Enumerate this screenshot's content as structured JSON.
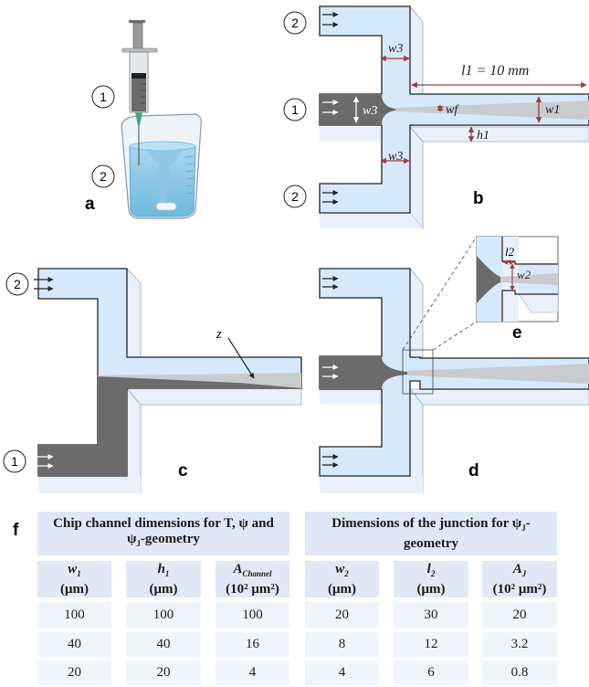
{
  "panels": {
    "a": {
      "label": "a",
      "markers": [
        "1",
        "2"
      ],
      "illustration": "syringe injecting into stirred beaker with vortex and stir bar"
    },
    "b": {
      "label": "b",
      "markers": [
        "2",
        "1",
        "2"
      ],
      "dimension_labels": {
        "w3_top": "w3",
        "w3_mid": "w3",
        "w3_bottom": "w3",
        "l1": "l1 = 10 mm",
        "wf": "wf",
        "w1": "w1",
        "h1": "h1"
      }
    },
    "c": {
      "label": "c",
      "markers": [
        "2",
        "1"
      ],
      "annotation": "z"
    },
    "d": {
      "label": "d"
    },
    "e": {
      "label": "e",
      "dimension_labels": {
        "l2": "l2",
        "w2": "w2"
      }
    },
    "f": {
      "label": "f"
    }
  },
  "colors": {
    "channel_fill": "#d6e9fb",
    "channel_side": "#e8f1fb",
    "dark_fluid": "#6b6b6b",
    "mixing_fluid": "#c9cccf",
    "dimension_arrow": "#a33a3f",
    "table_header": "#dfe8f7",
    "table_cell": "#f1f5fb"
  },
  "table_left": {
    "title": "Chip channel dimensions for T, ψ and ψJ-geometry",
    "title_line1": "Chip channel dimensions for T, ψ and",
    "title_line2": "ψ",
    "title_line2_sub": "J",
    "title_line2_rest": "-geometry",
    "columns": [
      {
        "symbol": "w",
        "sub": "1",
        "unit": "(μm)"
      },
      {
        "symbol": "h",
        "sub": "1",
        "unit": "(μm)"
      },
      {
        "symbol": "A",
        "sub": "Channel",
        "unit": "(10² μm²)"
      }
    ],
    "rows": [
      [
        "100",
        "100",
        "100"
      ],
      [
        "40",
        "40",
        "16"
      ],
      [
        "20",
        "20",
        "4"
      ]
    ]
  },
  "table_right": {
    "title": "Dimensions of the junction for ψJ-geometry",
    "title_line1": "Dimensions of the junction for ψ",
    "title_line1_sub": "J",
    "title_line1_rest": "-",
    "title_line2": "geometry",
    "columns": [
      {
        "symbol": "w",
        "sub": "2",
        "unit": "(μm)"
      },
      {
        "symbol": "l",
        "sub": "2",
        "unit": "(μm)"
      },
      {
        "symbol": "A",
        "sub": "J",
        "unit": "(10² μm²)"
      }
    ],
    "rows": [
      [
        "20",
        "30",
        "20"
      ],
      [
        "8",
        "12",
        "3.2"
      ],
      [
        "4",
        "6",
        "0.8"
      ]
    ]
  }
}
